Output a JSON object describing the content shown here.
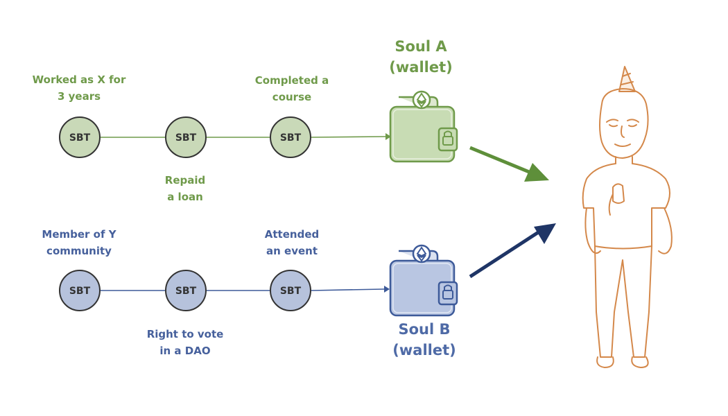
{
  "rows": {
    "a": {
      "top_labels": [
        "Worked as X for\n3 years",
        "Completed a\ncourse"
      ],
      "bottom_labels": [
        "Repaid\na loan"
      ],
      "node_text": "SBT",
      "soul_label": "Soul A\n(wallet)"
    },
    "b": {
      "top_labels": [
        "Member of Y\ncommunity",
        "Attended\nan event"
      ],
      "bottom_labels": [
        "Right to vote\nin a DAO"
      ],
      "node_text": "SBT",
      "soul_label": "Soul B\n(wallet)"
    }
  },
  "colors": {
    "green": "#6f9a4a",
    "green_fill": "#c9d9b8",
    "blue": "#3d5a99",
    "blue_fill": "#b6c2dc",
    "arrow_green": "#5e8f3a",
    "arrow_blue": "#1f3566",
    "figure": "#d4884a"
  },
  "icons": [
    "wallet-icon",
    "ethereum-icon",
    "lock-icon",
    "person-figure"
  ]
}
